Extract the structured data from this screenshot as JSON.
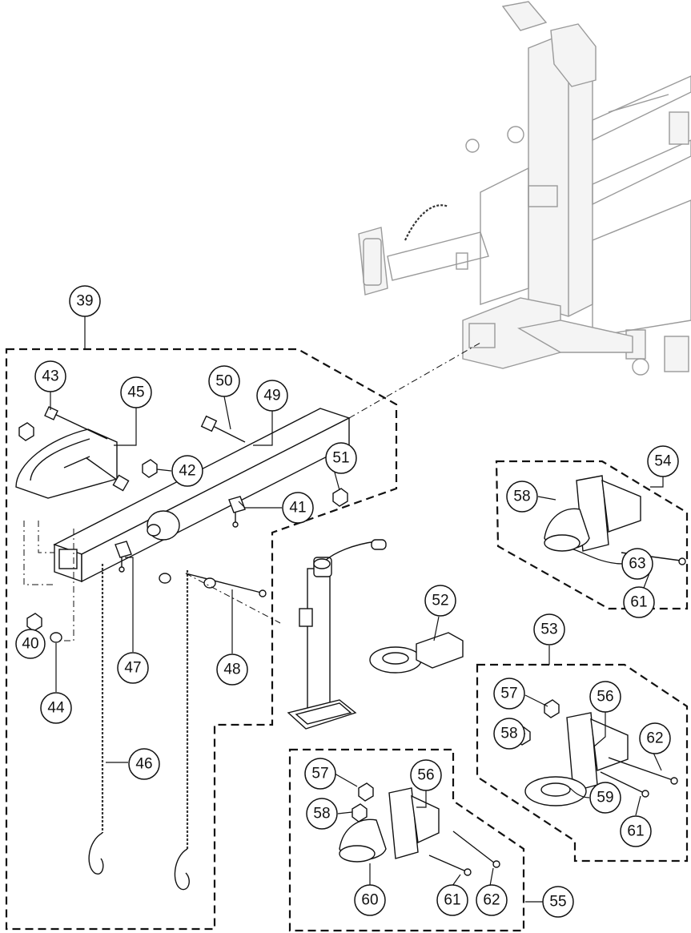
{
  "callouts": [
    {
      "id": "c39",
      "label": "39"
    },
    {
      "id": "c40",
      "label": "40"
    },
    {
      "id": "c41",
      "label": "41"
    },
    {
      "id": "c42",
      "label": "42"
    },
    {
      "id": "c43",
      "label": "43"
    },
    {
      "id": "c44",
      "label": "44"
    },
    {
      "id": "c45",
      "label": "45"
    },
    {
      "id": "c46",
      "label": "46"
    },
    {
      "id": "c47",
      "label": "47"
    },
    {
      "id": "c48",
      "label": "48"
    },
    {
      "id": "c49",
      "label": "49"
    },
    {
      "id": "c50",
      "label": "50"
    },
    {
      "id": "c51",
      "label": "51"
    },
    {
      "id": "c52",
      "label": "52"
    },
    {
      "id": "c53",
      "label": "53"
    },
    {
      "id": "c54",
      "label": "54"
    },
    {
      "id": "c55",
      "label": "55"
    },
    {
      "id": "c56a",
      "label": "56"
    },
    {
      "id": "c56b",
      "label": "56"
    },
    {
      "id": "c57a",
      "label": "57"
    },
    {
      "id": "c57b",
      "label": "57"
    },
    {
      "id": "c58a",
      "label": "58"
    },
    {
      "id": "c58b",
      "label": "58"
    },
    {
      "id": "c58c",
      "label": "58"
    },
    {
      "id": "c59",
      "label": "59"
    },
    {
      "id": "c60",
      "label": "60"
    },
    {
      "id": "c61a",
      "label": "61"
    },
    {
      "id": "c61b",
      "label": "61"
    },
    {
      "id": "c61c",
      "label": "61"
    },
    {
      "id": "c62a",
      "label": "62"
    },
    {
      "id": "c62b",
      "label": "62"
    },
    {
      "id": "c63",
      "label": "63"
    }
  ]
}
